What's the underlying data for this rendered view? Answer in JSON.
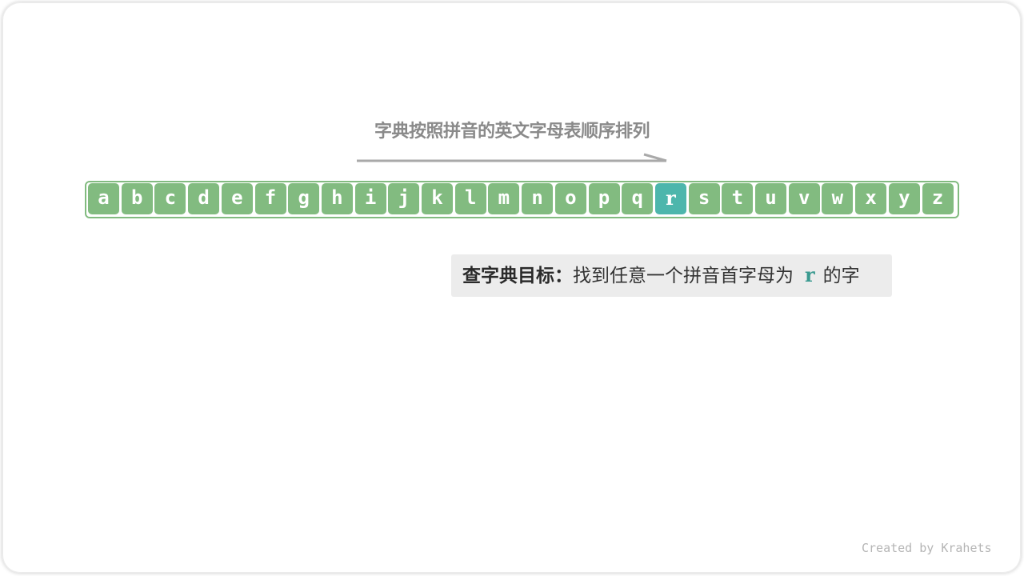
{
  "diagram": {
    "title": "字典按照拼音的英文字母表顺序排列",
    "letters": [
      "a",
      "b",
      "c",
      "d",
      "e",
      "f",
      "g",
      "h",
      "i",
      "j",
      "k",
      "l",
      "m",
      "n",
      "o",
      "p",
      "q",
      "r",
      "s",
      "t",
      "u",
      "v",
      "w",
      "x",
      "y",
      "z"
    ],
    "highlighted_letter": "r",
    "colors": {
      "cell": "#82bb80",
      "highlight": "#4db6ac",
      "title": "#8a8a8a",
      "goal_bg": "#ececec"
    },
    "goal": {
      "label": "查字典目标",
      "separator": "：",
      "text_before": "找到任意一个拼音首字母为",
      "target": "r",
      "text_after": "的字"
    },
    "credit": "Created by Krahets"
  }
}
